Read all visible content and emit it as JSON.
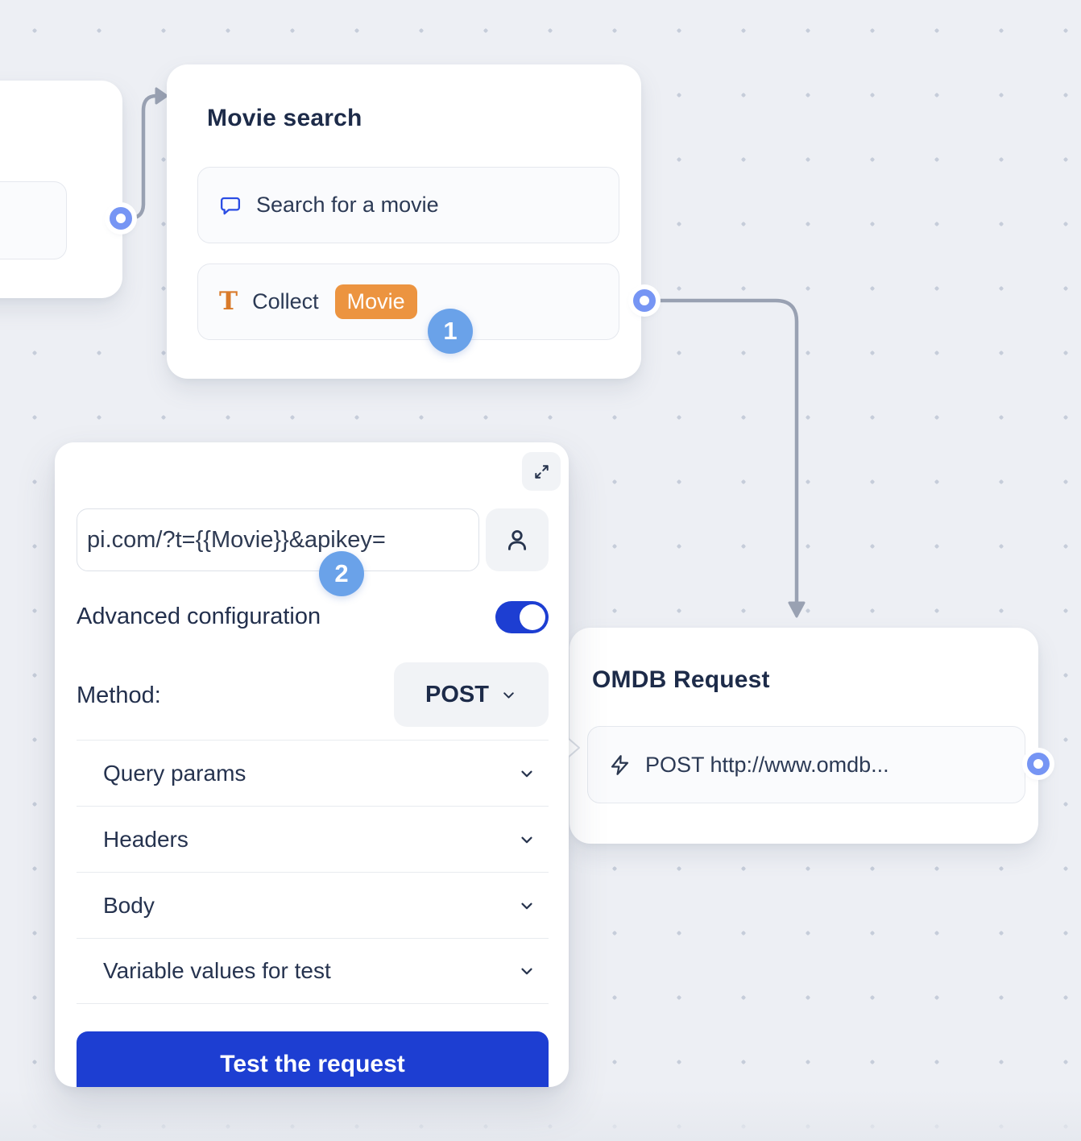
{
  "colors": {
    "accent_blue": "#1d3ed2",
    "badge_blue": "#6aa2e9",
    "chip_orange": "#ec9440",
    "connector_blue": "#7695f4",
    "line_gray": "#99a1b2",
    "chat_icon_blue": "#2b4de4",
    "text_icon_orange": "#d97a2a"
  },
  "icons": {
    "text_input_glyph": "T"
  },
  "step_badges": [
    {
      "label": "1"
    },
    {
      "label": "2"
    }
  ],
  "nodes": {
    "movie_search": {
      "title": "Movie search",
      "items": [
        {
          "icon": "chat-bubble-icon",
          "label": "Search for a movie"
        },
        {
          "icon": "text-input-icon",
          "label": "Collect",
          "variable_chip": "Movie"
        }
      ]
    },
    "omdb_request": {
      "title": "OMDB Request",
      "items": [
        {
          "icon": "lightning-icon",
          "label": "POST http://www.omdb..."
        }
      ]
    }
  },
  "config_panel": {
    "url_input_value": "pi.com/?t={{Movie}}&apikey=",
    "advanced_configuration_label": "Advanced configuration",
    "advanced_configuration_enabled": true,
    "method_label": "Method:",
    "method_value": "POST",
    "sections": [
      {
        "label": "Query params"
      },
      {
        "label": "Headers"
      },
      {
        "label": "Body"
      },
      {
        "label": "Variable values for test"
      }
    ],
    "test_button_label": "Test the request"
  }
}
